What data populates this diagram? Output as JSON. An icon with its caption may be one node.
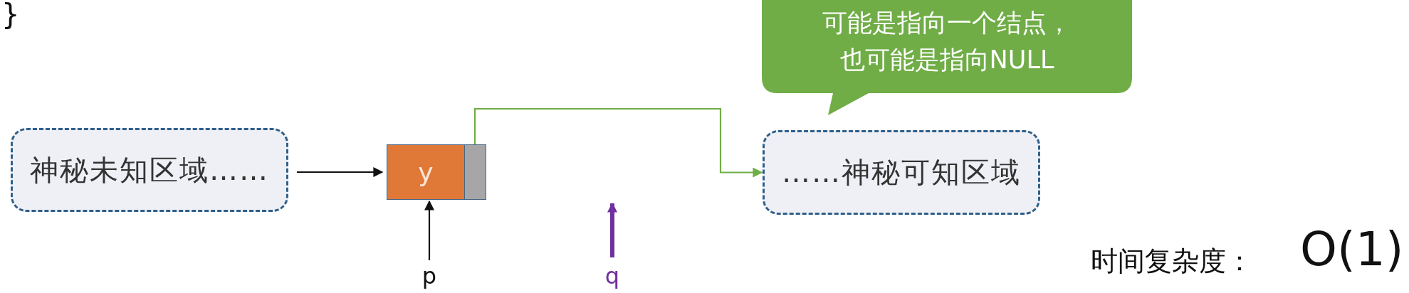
{
  "diagram": {
    "nodes": [
      {
        "text": [
          "神秘未知区域……"
        ]
      },
      {
        "text": [
          "y"
        ]
      },
      {
        "text": [
          "……神秘可知区域"
        ]
      },
      {
        "text": [
          "可能是指向一个结点，也可能是指向NULL"
        ]
      },
      {
        "text": [
          "p"
        ]
      },
      {
        "text": [
          "q"
        ]
      }
    ],
    "edges": [
      {
        "from": 0,
        "to": 1,
        "arrow": "to"
      },
      {
        "from": 1,
        "to": 2,
        "arrow": "to",
        "color": "#70ad47"
      },
      {
        "from": 4,
        "to": 1,
        "arrow": "to"
      },
      {
        "from": 5,
        "to": null,
        "arrow": "to",
        "color": "#7030a0",
        "style": "thick"
      }
    ],
    "labels": [
      "}",
      "时间复杂度：",
      "O(1)"
    ]
  }
}
